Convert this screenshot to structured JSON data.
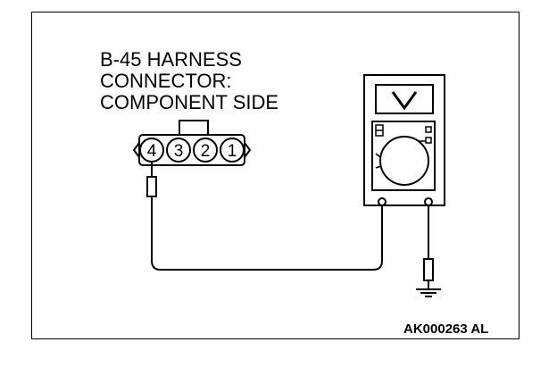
{
  "connector": {
    "title_lines": [
      "B-45 HARNESS",
      "CONNECTOR:",
      "COMPONENT SIDE"
    ],
    "pins": [
      "4",
      "3",
      "2",
      "1"
    ]
  },
  "meter": {
    "display_symbol": "V"
  },
  "reference_code": "AK000263 AL"
}
